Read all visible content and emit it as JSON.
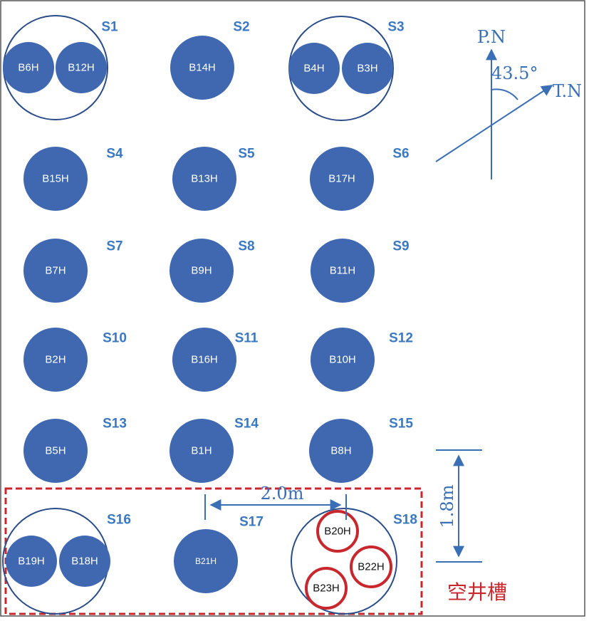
{
  "colors": {
    "hole_fill": "#3f68b1",
    "site_label": "#3a78c2",
    "annotation": "#3a6fb5",
    "highlight": "#c8272d",
    "outline": "#2a4d8a",
    "frame": "#555555"
  },
  "compass": {
    "north_label": "P.N",
    "true_north_label": "T.N",
    "angle_label": "43.5°"
  },
  "dimensions": {
    "horizontal_label": "2.0m",
    "vertical_label": "1.8m"
  },
  "empty_tank_label": "空井槽",
  "sites": [
    {
      "label": "S1",
      "holes": [
        "B6H",
        "B12H"
      ]
    },
    {
      "label": "S2",
      "holes": [
        "B14H"
      ]
    },
    {
      "label": "S3",
      "holes": [
        "B4H",
        "B3H"
      ]
    },
    {
      "label": "S4",
      "holes": [
        "B15H"
      ]
    },
    {
      "label": "S5",
      "holes": [
        "B13H"
      ]
    },
    {
      "label": "S6",
      "holes": [
        "B17H"
      ]
    },
    {
      "label": "S7",
      "holes": [
        "B7H"
      ]
    },
    {
      "label": "S8",
      "holes": [
        "B9H"
      ]
    },
    {
      "label": "S9",
      "holes": [
        "B11H"
      ]
    },
    {
      "label": "S10",
      "holes": [
        "B2H"
      ]
    },
    {
      "label": "S11",
      "holes": [
        "B16H"
      ]
    },
    {
      "label": "S12",
      "holes": [
        "B10H"
      ]
    },
    {
      "label": "S13",
      "holes": [
        "B5H"
      ]
    },
    {
      "label": "S14",
      "holes": [
        "B1H"
      ]
    },
    {
      "label": "S15",
      "holes": [
        "B8H"
      ]
    },
    {
      "label": "S16",
      "holes": [
        "B19H",
        "B18H"
      ]
    },
    {
      "label": "S17",
      "holes": [
        "B21H"
      ]
    },
    {
      "label": "S18",
      "holes": [
        "B20H",
        "B22H",
        "B23H"
      ]
    }
  ]
}
